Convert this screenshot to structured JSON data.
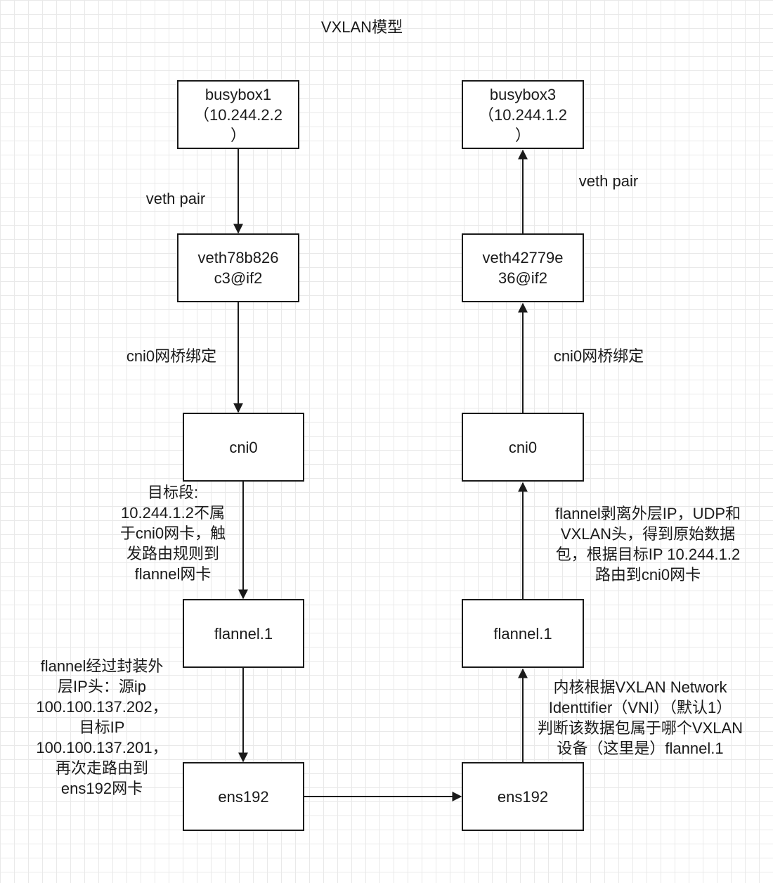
{
  "diagram": {
    "title": "VXLAN模型",
    "left": {
      "busybox": "busybox1\n（10.244.2.2\n）",
      "veth": "veth78b826\nc3@if2",
      "cni0": "cni0",
      "flannel": "flannel.1",
      "ens": "ens192"
    },
    "right": {
      "busybox": "busybox3\n（10.244.1.2\n）",
      "veth": "veth42779e\n36@if2",
      "cni0": "cni0",
      "flannel": "flannel.1",
      "ens": "ens192"
    },
    "labels": {
      "left_veth_pair": "veth pair",
      "right_veth_pair": "veth pair",
      "left_cni_bind": "cni0网桥绑定",
      "right_cni_bind": "cni0网桥绑定",
      "left_route": "目标段:\n10.244.1.2不属\n于cni0网卡，触\n发路由规则到\nflannel网卡",
      "left_encap": "flannel经过封装外\n层IP头：源ip\n100.100.137.202，\n目标IP\n100.100.137.201，\n再次走路由到\nens192网卡",
      "right_strip": "flannel剥离外层IP，UDP和\nVXLAN头，得到原始数据\n包，根据目标IP 10.244.1.2\n路由到cni0网卡",
      "right_vni": "内核根据VXLAN Network\nIdenttifier（VNI）（默认1）\n判断该数据包属于哪个VXLAN\n设备（这里是）flannel.1"
    }
  }
}
